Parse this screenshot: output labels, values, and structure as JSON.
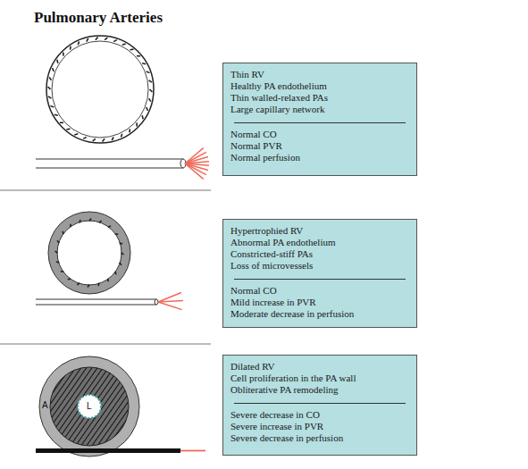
{
  "diagram": {
    "title": "Pulmonary Arteries",
    "nodes": [
      {
        "text": [
          "Thin RV",
          "Healthy PA endothelium",
          "Thin walled-relaxed PAs",
          "Large capillary network",
          "Normal CO",
          "Normal PVR",
          "Normal perfusion"
        ]
      },
      {
        "text": [
          "Hypertrophied RV",
          "Abnormal PA endothelium",
          "Constricted-stiff PAs",
          "Loss of microvessels",
          "Normal CO",
          "Mild increase in PVR",
          "Moderate decrease in perfusion"
        ]
      },
      {
        "text": [
          "Dilated RV",
          "Cell proliferation in the PA wall",
          "Obliterative PA remodeling",
          "Severe decrease in CO",
          "Severe increase in PVR",
          "Severe decrease in perfusion"
        ]
      }
    ],
    "labels": [
      "A",
      "L"
    ]
  }
}
